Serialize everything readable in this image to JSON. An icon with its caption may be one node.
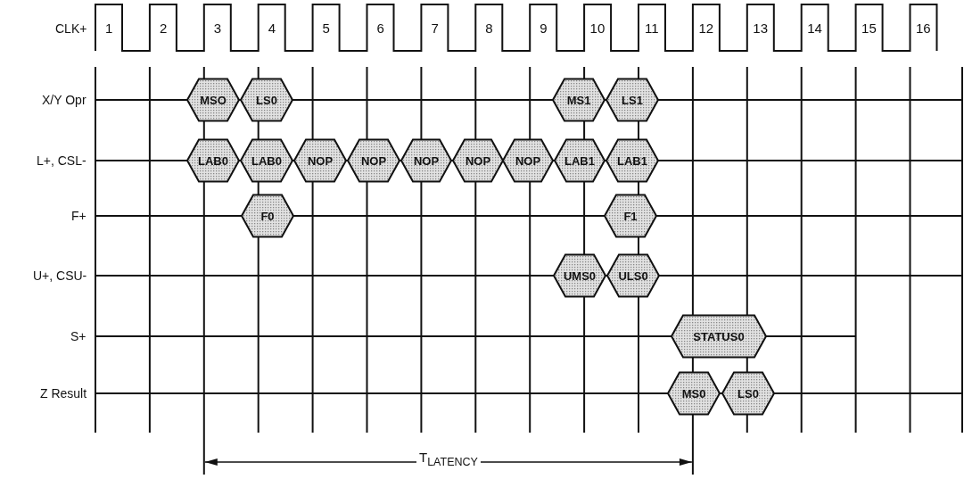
{
  "diagram": {
    "nodes": [
      {
        "text": [
          "MSO"
        ]
      },
      {
        "text": [
          "LS0"
        ]
      },
      {
        "text": [
          "MS1"
        ]
      },
      {
        "text": [
          "LS1"
        ]
      },
      {
        "text": [
          "LAB0"
        ]
      },
      {
        "text": [
          "LAB0"
        ]
      },
      {
        "text": [
          "NOP"
        ]
      },
      {
        "text": [
          "NOP"
        ]
      },
      {
        "text": [
          "NOP"
        ]
      },
      {
        "text": [
          "NOP"
        ]
      },
      {
        "text": [
          "NOP"
        ]
      },
      {
        "text": [
          "LAB1"
        ]
      },
      {
        "text": [
          "LAB1"
        ]
      },
      {
        "text": [
          "F0"
        ]
      },
      {
        "text": [
          "F1"
        ]
      },
      {
        "text": [
          "UMS0"
        ]
      },
      {
        "text": [
          "ULS0"
        ]
      },
      {
        "text": [
          "STATUS0"
        ]
      },
      {
        "text": [
          "MS0"
        ]
      },
      {
        "text": [
          "LS0"
        ]
      }
    ],
    "labels": [
      "CLK+",
      "1",
      "2",
      "3",
      "4",
      "5",
      "6",
      "7",
      "8",
      "9",
      "10",
      "11",
      "12",
      "13",
      "14",
      "15",
      "16",
      "X/Y Opr",
      "L+, CSL-",
      "F+",
      "U+, CSU-",
      "S+",
      "Z Result",
      "T$_{LATENCY}$"
    ]
  }
}
